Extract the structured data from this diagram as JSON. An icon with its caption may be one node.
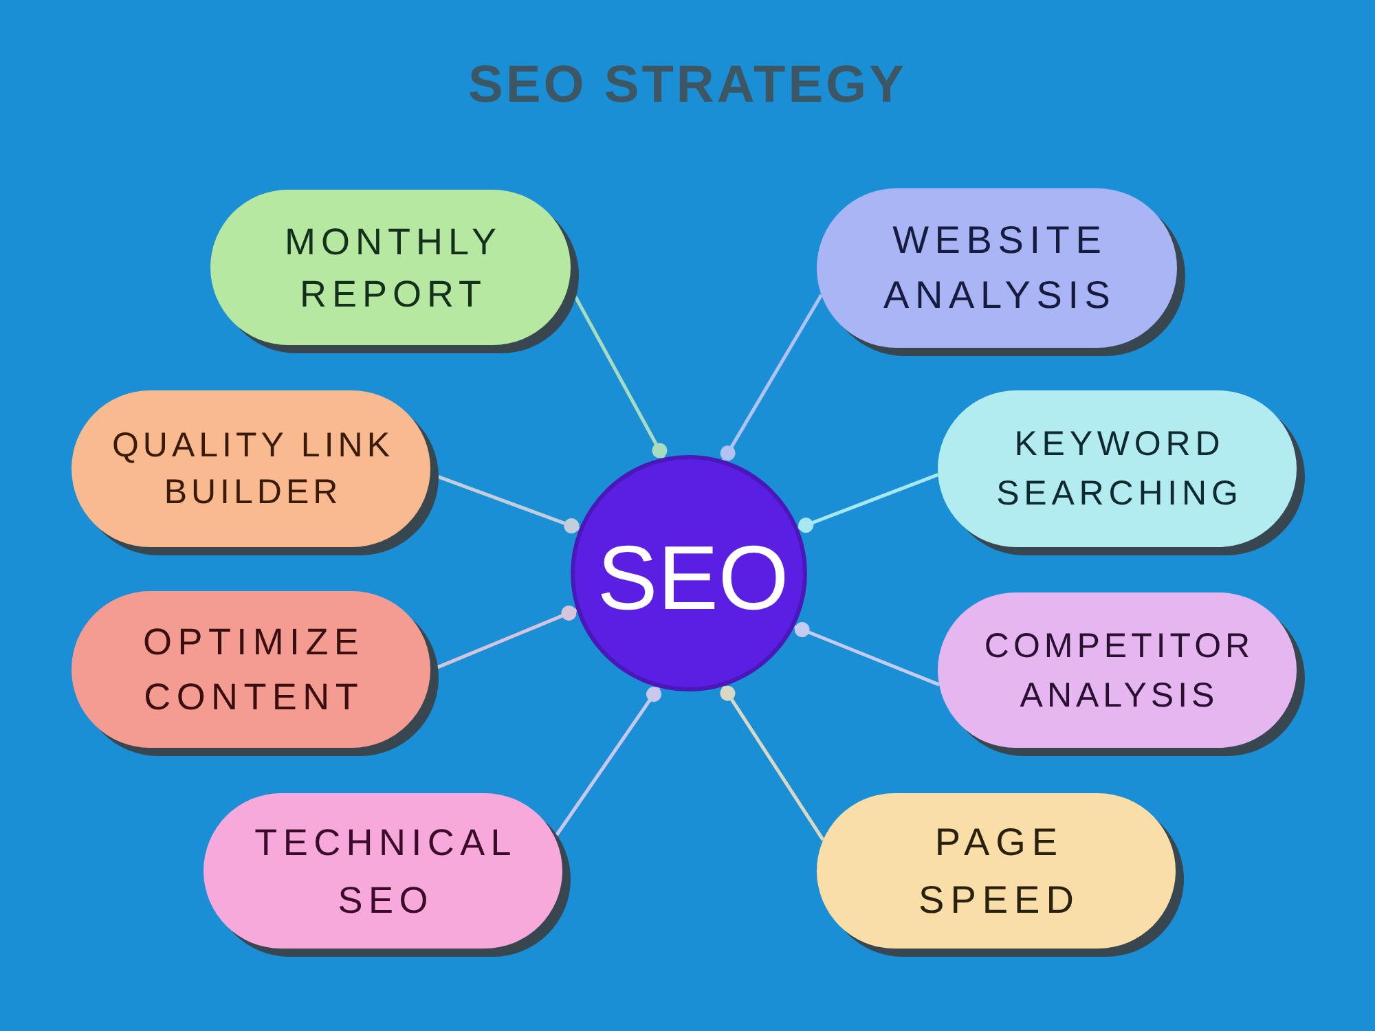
{
  "diagram": {
    "title": "SEO STRATEGY",
    "nodes": [
      {
        "text": [
          "MONTHLY REPORT"
        ]
      },
      {
        "text": [
          "WEBSITE ANALYSIS"
        ]
      },
      {
        "text": [
          "QUALITY LINK BUILDER"
        ]
      },
      {
        "text": [
          "KEYWORD SEARCHING"
        ]
      },
      {
        "text": [
          "SEO"
        ]
      },
      {
        "text": [
          "OPTIMIZE CONTENT"
        ]
      },
      {
        "text": [
          "COMPETITOR ANALYSIS"
        ]
      },
      {
        "text": [
          "TECHNICAL SEO"
        ]
      },
      {
        "text": [
          "PAGE SPEED"
        ]
      }
    ],
    "edges": [
      {
        "from": 0,
        "to": 4,
        "arrow": "other",
        "color": "#a8dcc0"
      },
      {
        "from": 1,
        "to": 4,
        "arrow": "other",
        "color": "#b2c2f2"
      },
      {
        "from": 2,
        "to": 4,
        "arrow": "other",
        "color": "#c2cedc"
      },
      {
        "from": 3,
        "to": 4,
        "arrow": "other",
        "color": "#a6e8f2"
      },
      {
        "from": 5,
        "to": 4,
        "arrow": "other",
        "color": "#d6c4dc"
      },
      {
        "from": 6,
        "to": 4,
        "arrow": "other",
        "color": "#c4ccf4"
      },
      {
        "from": 7,
        "to": 4,
        "arrow": "other",
        "color": "#c8c8ee"
      },
      {
        "from": 8,
        "to": 4,
        "arrow": "other",
        "color": "#d8d8c4"
      }
    ]
  }
}
